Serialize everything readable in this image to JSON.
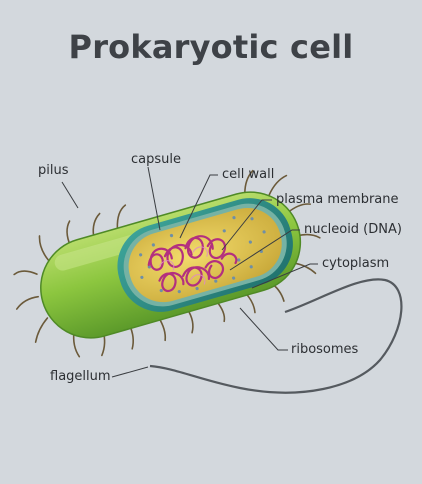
{
  "title": "Prokaryotic cell",
  "labels": {
    "pilus": "pilus",
    "capsule": "capsule",
    "cell_wall": "cell wall",
    "plasma_membrane": "plasma membrane",
    "nucleoid": "nucleoid (DNA)",
    "cytoplasm": "cytoplasm",
    "ribosomes": "ribosomes",
    "flagellum": "flagellum"
  },
  "colors": {
    "background": "#d3d8dd",
    "capsule_green": "#8cc63f",
    "cell_wall_teal": "#2c8f88",
    "cytoplasm_yellow": "#e8cf57",
    "dna_magenta": "#b3307f"
  }
}
